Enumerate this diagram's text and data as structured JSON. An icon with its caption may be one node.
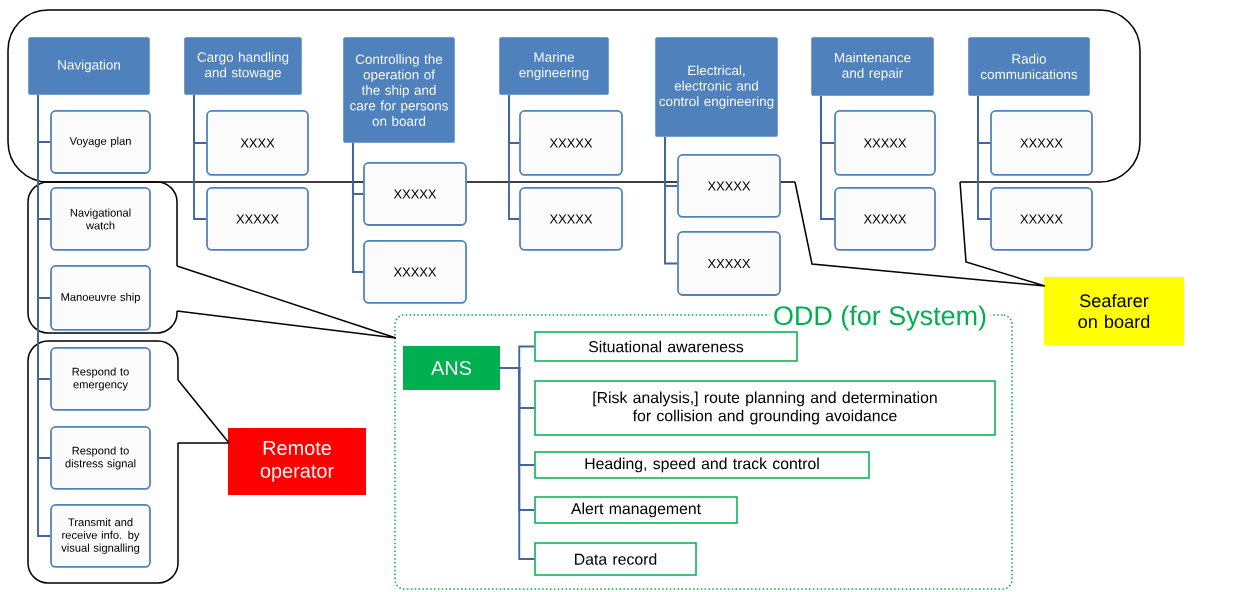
{
  "diagram": {
    "nodes": [
      {
        "text": [],
        "shape": "callout"
      },
      {
        "text": [
          "Navigation"
        ],
        "in": 0
      },
      {
        "text": [
          "Voyage plan"
        ],
        "in": 0
      },
      {
        "text": [],
        "shape": "callout"
      },
      {
        "text": [
          "Navigational watch"
        ],
        "in": 3
      },
      {
        "text": [
          "Manoeuvre ship"
        ],
        "in": 3
      },
      {
        "text": [],
        "shape": "callout"
      },
      {
        "text": [
          "Respond to emergency"
        ],
        "in": 6
      },
      {
        "text": [
          "Respond to distress signal"
        ],
        "in": 6
      },
      {
        "text": [
          "Transmit and receive info. by visual signalling"
        ],
        "in": 6
      },
      {
        "text": [
          "Cargo handling and stowage"
        ],
        "in": 0
      },
      {
        "text": [
          "XXXX"
        ],
        "in": 0
      },
      {
        "text": [
          "XXXXX"
        ]
      },
      {
        "text": [
          "Controlling the operation of the ship and care for persons on board"
        ],
        "in": 0
      },
      {
        "text": [
          "XXXXX"
        ]
      },
      {
        "text": [
          "XXXXX"
        ]
      },
      {
        "text": [
          "Marine engineering"
        ],
        "in": 0
      },
      {
        "text": [
          "XXXXX"
        ],
        "in": 0
      },
      {
        "text": [
          "XXXXX"
        ]
      },
      {
        "text": [
          "Electrical, electronic and control engineering"
        ],
        "in": 0
      },
      {
        "text": [
          "XXXXX"
        ]
      },
      {
        "text": [
          "XXXXX"
        ]
      },
      {
        "text": [
          "Maintenance and repair"
        ],
        "in": 0
      },
      {
        "text": [
          "XXXXX"
        ],
        "in": 0
      },
      {
        "text": [
          "XXXXX"
        ]
      },
      {
        "text": [
          "Radio communications"
        ],
        "in": 0
      },
      {
        "text": [
          "XXXXX"
        ],
        "in": 0
      },
      {
        "text": [
          "XXXXX"
        ]
      },
      {
        "text": [
          "Seafarer on board"
        ]
      },
      {
        "text": [
          "ODD (for System)"
        ]
      },
      {
        "text": [
          "ANS"
        ],
        "in": 29
      },
      {
        "text": [
          "Situational awareness"
        ],
        "in": 29
      },
      {
        "text": [
          "[Risk analysis,] route planning and determination for collision and grounding avoidance"
        ],
        "in": 29
      },
      {
        "text": [
          "Heading, speed and track control"
        ],
        "in": 29
      },
      {
        "text": [
          "Alert management"
        ],
        "in": 29
      },
      {
        "text": [
          "Data record"
        ],
        "in": 29
      },
      {
        "text": [
          "Remote operator"
        ]
      }
    ],
    "edges": [
      {
        "from": 1,
        "to": 2,
        "arrow": "none"
      },
      {
        "from": 1,
        "to": 4,
        "arrow": "none"
      },
      {
        "from": 1,
        "to": 5,
        "arrow": "none"
      },
      {
        "from": 1,
        "to": 7,
        "arrow": "none"
      },
      {
        "from": 1,
        "to": 8,
        "arrow": "none"
      },
      {
        "from": 1,
        "to": 9,
        "arrow": "none"
      },
      {
        "from": 10,
        "to": 11,
        "arrow": "none"
      },
      {
        "from": 10,
        "to": 12,
        "arrow": "none"
      },
      {
        "from": 13,
        "to": 14,
        "arrow": "none"
      },
      {
        "from": 13,
        "to": 15,
        "arrow": "none"
      },
      {
        "from": 16,
        "to": 17,
        "arrow": "none"
      },
      {
        "from": 16,
        "to": 18,
        "arrow": "none"
      },
      {
        "from": 19,
        "to": 20,
        "arrow": "none"
      },
      {
        "from": 19,
        "to": 21,
        "arrow": "none"
      },
      {
        "from": 22,
        "to": 23,
        "arrow": "none"
      },
      {
        "from": 22,
        "to": 24,
        "arrow": "none"
      },
      {
        "from": 25,
        "to": 26,
        "arrow": "none"
      },
      {
        "from": 25,
        "to": 27,
        "arrow": "none"
      },
      {
        "from": 30,
        "to": 31,
        "arrow": "none"
      },
      {
        "from": 30,
        "to": 32,
        "arrow": "none"
      },
      {
        "from": 30,
        "to": 33,
        "arrow": "none"
      },
      {
        "from": 30,
        "to": 34,
        "arrow": "none"
      },
      {
        "from": 30,
        "to": 35,
        "arrow": "none"
      },
      {
        "from": 0,
        "to": 28,
        "arrow": "none",
        "color": "#000000"
      },
      {
        "from": 3,
        "to": 29,
        "arrow": "none",
        "color": "#000000"
      },
      {
        "from": 6,
        "to": 36,
        "arrow": "none",
        "color": "#000000"
      }
    ]
  }
}
